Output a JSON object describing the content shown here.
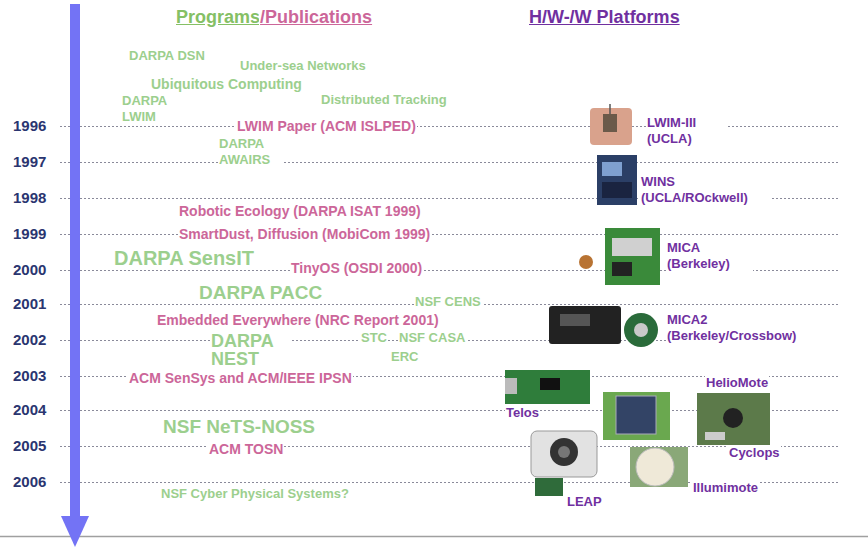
{
  "diagram": {
    "labels": [
      "Programs",
      "/Publications",
      "H/W-/W Platforms",
      "DARPA DSN",
      "Under-sea Networks",
      "Ubiquitous Computing",
      "DARPA LWIM",
      "Distributed Tracking",
      "1996",
      "LWIM Paper (ACM ISLPED)",
      "LWIM-III (UCLA)",
      "DARPA AWAIRS",
      "1997",
      "1998",
      "WINS (UCLA/ROckwell)",
      "Robotic Ecology (DARPA ISAT 1999)",
      "1999",
      "SmartDust, Diffusion (MobiCom 1999)",
      "MICA (Berkeley)",
      "2000",
      "DARPA SensIT",
      "TinyOS (OSDI 2000)",
      "2001",
      "DARPA PACC",
      "NSF CENS",
      "Embedded Everywhere (NRC Report 2001)",
      "MICA2 (Berkeley/Crossbow)",
      "2002",
      "DARPA NEST",
      "STC",
      "NSF CASA",
      "ERC",
      "2003",
      "ACM SenSys and ACM/IEEE IPSN",
      "HelioMote",
      "Telos",
      "2004",
      "Cyclops",
      "NSF NeTS-NOSS",
      "2005",
      "ACM TOSN",
      "Illumimote",
      "2006",
      "NSF Cyber Physical Systems?",
      "LEAP"
    ]
  }
}
